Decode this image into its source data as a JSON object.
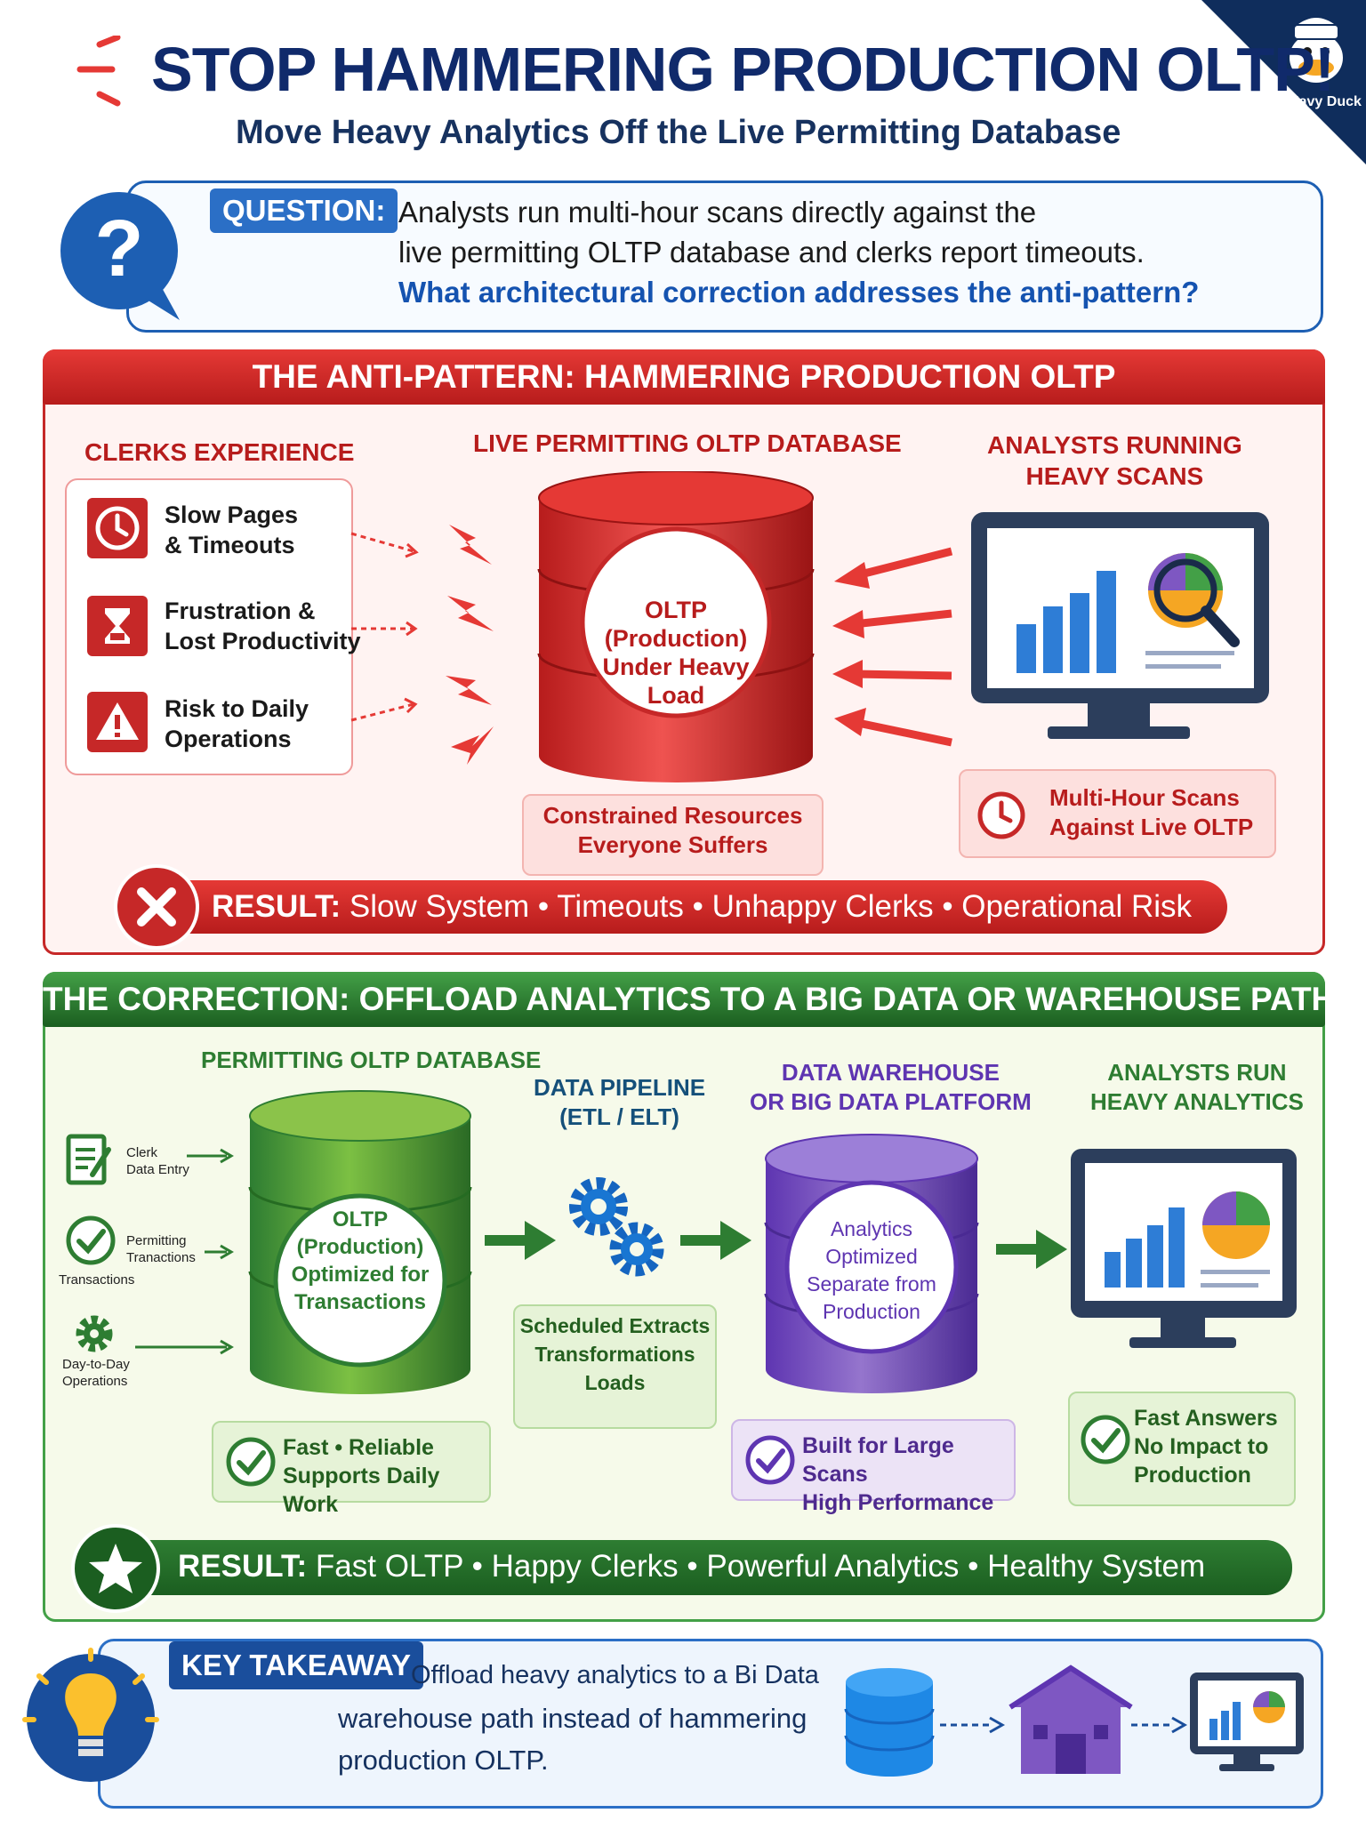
{
  "header": {
    "title": "STOP HAMMERING PRODUCTION OLTP!",
    "subtitle": "Move Heavy Analytics Off the Live Permitting Database",
    "logo_text": "Navy Duck"
  },
  "question": {
    "label": "QUESTION:",
    "line1": "Analysts run multi-hour scans directly against the",
    "line2": "live permitting OLTP database and clerks report timeouts.",
    "line3": "What architectural correction addresses the anti-pattern?"
  },
  "anti_pattern": {
    "title": "THE ANTI-PATTERN: HAMMERING PRODUCTION OLTP",
    "clerks_heading": "CLERKS EXPERIENCE",
    "clerk_items": [
      {
        "line1": "Slow Pages",
        "line2": "& Timeouts",
        "icon": "clock-icon"
      },
      {
        "line1": "Frustration &",
        "line2": "Lost Productivity",
        "icon": "hourglass-icon"
      },
      {
        "line1": "Risk to Daily",
        "line2": "Operations",
        "icon": "warning-icon"
      }
    ],
    "db_heading": "LIVE PERMITTING OLTP DATABASE",
    "db_label": {
      "line1": "OLTP",
      "line2": "(Production)",
      "line3": "Under Heavy",
      "line4": "Load"
    },
    "db_note": {
      "line1": "Constrained Resources",
      "line2": "Everyone Suffers"
    },
    "analysts_heading": {
      "line1": "ANALYSTS RUNNING",
      "line2": "HEAVY SCANS"
    },
    "analysts_note": {
      "line1": "Multi-Hour Scans",
      "line2": "Against Live OLTP"
    },
    "result_label": "RESULT:",
    "result_text": "Slow System • Timeouts • Unhappy Clerks • Operational Risk",
    "colors": {
      "accent": "#c62828",
      "bg": "#fff3f2"
    }
  },
  "correction": {
    "title": "THE CORRECTION: OFFLOAD ANALYTICS TO A BIG DATA OR WAREHOUSE PATH",
    "oltp_heading": "PERMITTING OLTP DATABASE",
    "inputs": [
      {
        "line1": "Clerk",
        "line2": "Data Entry",
        "icon": "form-icon"
      },
      {
        "line1": "Permitting",
        "line2": "Tranactions",
        "extra": "Transactions",
        "icon": "check-circle-icon"
      },
      {
        "line1": "Day-to-Day",
        "line2": "Operations",
        "icon": "gear-icon"
      }
    ],
    "oltp_label": {
      "line1": "OLTP",
      "line2": "(Production)",
      "line3": "Optimized for",
      "line4": "Transactions"
    },
    "oltp_note": {
      "line1": "Fast • Reliable",
      "line2": "Supports Daily Work"
    },
    "pipeline_heading": {
      "line1": "DATA PIPELINE",
      "line2": "(ETL / ELT)"
    },
    "pipeline_note": {
      "line1": "Scheduled Extracts",
      "line2": "Transformations",
      "line3": "Loads"
    },
    "warehouse_heading": {
      "line1": "DATA WAREHOUSE",
      "line2": "OR BIG DATA PLATFORM"
    },
    "warehouse_label": {
      "line1": "Analytics",
      "line2": "Optimized",
      "line3": "Separate from",
      "line4": "Production"
    },
    "warehouse_note": {
      "line1": "Built for Large Scans",
      "line2": "High Performance"
    },
    "analysts_heading": {
      "line1": "ANALYSTS RUN",
      "line2": "HEAVY ANALYTICS"
    },
    "analysts_note": {
      "line1": "Fast Answers",
      "line2": "No Impact to",
      "line3": "Production"
    },
    "result_label": "RESULT:",
    "result_text": "Fast OLTP • Happy Clerks • Powerful Analytics • Healthy System",
    "colors": {
      "accent": "#2e7d32",
      "warehouse": "#7e57c2",
      "bg": "#f6faea"
    }
  },
  "takeaway": {
    "label": "KEY TAKEAWAY",
    "line1": "Offload heavy analytics to a Bi Data",
    "line2": "warehouse path instead of hammering",
    "line3": "production OLTP."
  }
}
